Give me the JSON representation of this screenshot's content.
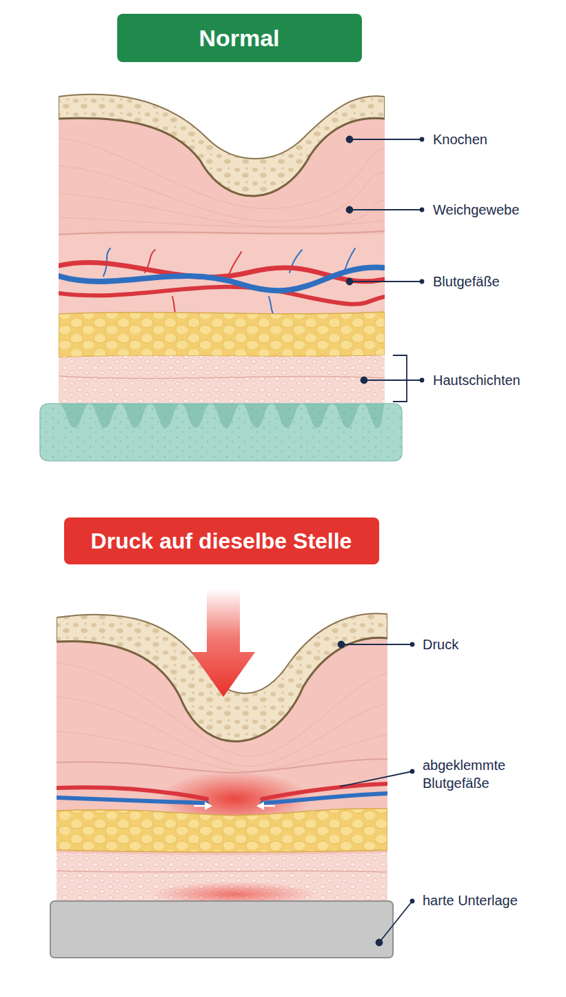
{
  "diagram": {
    "nodes": [
      {
        "text": [
          "Normal"
        ]
      },
      {
        "text": [
          "Druck auf dieselbe Stelle"
        ]
      }
    ],
    "labels": [
      "Knochen",
      "Weichgewebe",
      "Blutgefäße",
      "Hautschichten",
      "Druck",
      "abgeklemmte Blutgefäße",
      "harte Unterlage"
    ]
  }
}
